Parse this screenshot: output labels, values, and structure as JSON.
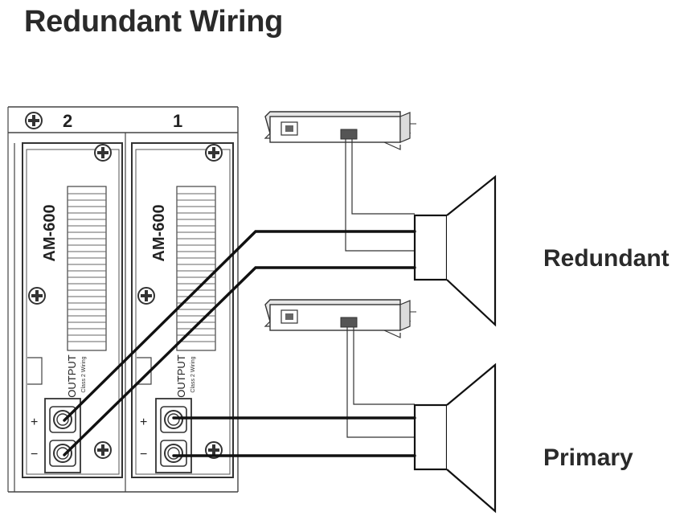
{
  "title": "Redundant Wiring",
  "labels": {
    "redundant": "Redundant",
    "primary": "Primary"
  },
  "modules": [
    {
      "slot": "2",
      "model": "AM-600",
      "output_label": "OUTPUT",
      "output_sub": "Class 2 Wiring",
      "plus": "+",
      "minus": "−"
    },
    {
      "slot": "1",
      "model": "AM-600",
      "output_label": "OUTPUT",
      "output_sub": "Class 2 Wiring",
      "plus": "+",
      "minus": "−"
    }
  ],
  "icons": [
    "screw-icon",
    "speaker-icon",
    "supervision-device-icon",
    "terminal-block-icon"
  ]
}
